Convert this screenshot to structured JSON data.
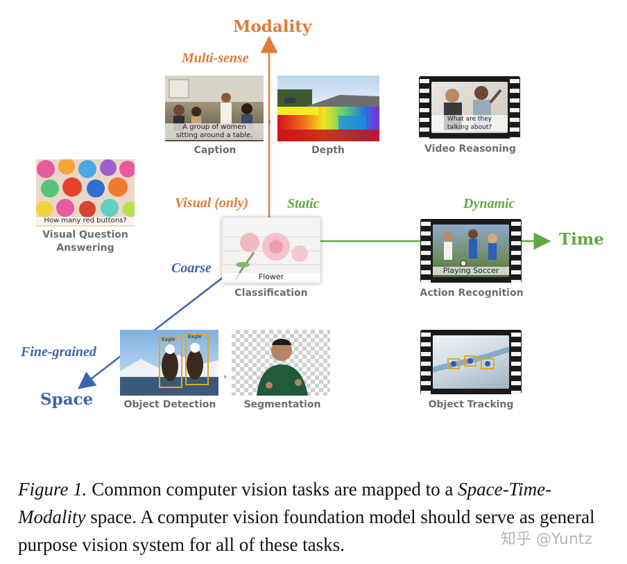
{
  "axes": {
    "modality": "Modality",
    "time": "Time",
    "space": "Space"
  },
  "levels": {
    "multi_sense": "Multi-sense",
    "visual_only": "Visual (only)",
    "static": "Static",
    "dynamic": "Dynamic",
    "coarse": "Coarse",
    "fine_grained": "Fine-grained"
  },
  "tasks": {
    "caption": "Caption",
    "depth": "Depth",
    "video_reasoning": "Video Reasoning",
    "vqa_line1": "Visual Question",
    "vqa_line2": "Answering",
    "classification": "Classification",
    "action_recognition": "Action Recognition",
    "object_detection": "Object Detection",
    "segmentation": "Segmentation",
    "object_tracking": "Object Tracking"
  },
  "thumb_text": {
    "caption_text": "A group of women sitting around a table.",
    "video_reasoning_text": "What are they talking about?",
    "vqa_text": "How many red buttons?",
    "classification_text": "Flower",
    "action_text": "Playing Soccer",
    "eagle_label": "Eagle"
  },
  "separators": {
    "sep1": ",",
    "sep2": ","
  },
  "colors": {
    "modality_orange": "#e07b39",
    "time_green": "#5fa843",
    "space_blue": "#3b64b0",
    "label_gray": "#6d6d6d",
    "bbox_yellow": "#e6a51c"
  },
  "caption": {
    "figure_label": "Figure 1.",
    "part1": " Common computer vision tasks are mapped to a ",
    "italic_term": "Space-Time-Modality",
    "part2": " space. A computer vision foundation model should serve as general purpose vision system for all of these tasks."
  },
  "watermark": "知乎 @Yuntz"
}
